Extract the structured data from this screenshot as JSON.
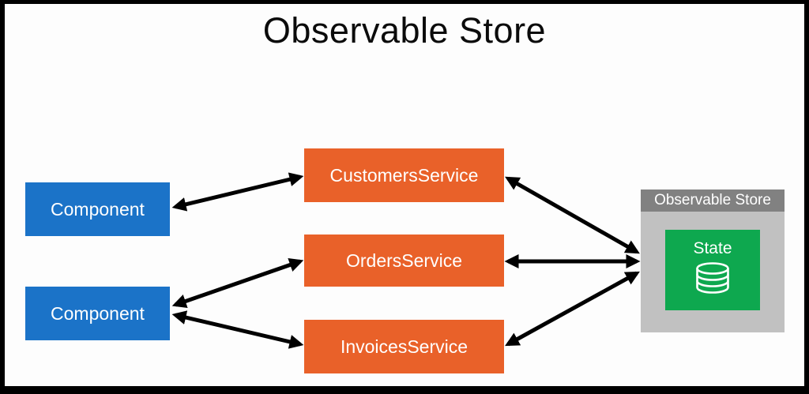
{
  "title": "Observable Store",
  "colors": {
    "component_blue": "#1B73C8",
    "service_orange": "#E96129",
    "store_body_gray": "#C1C1C1",
    "store_header_gray": "#818181",
    "state_green": "#0EA84F",
    "arrow_black": "#000000",
    "frame_border_black": "#000000",
    "background_white": "#FDFDFD",
    "text_white": "#FFFFFF",
    "title_black": "#0B0B0B"
  },
  "nodes": {
    "component_top": {
      "label": "Component",
      "color": "#1B73C8"
    },
    "component_bottom": {
      "label": "Component",
      "color": "#1B73C8"
    },
    "customers_service": {
      "label": "CustomersService",
      "color": "#E96129"
    },
    "orders_service": {
      "label": "OrdersService",
      "color": "#E96129"
    },
    "invoices_service": {
      "label": "InvoicesService",
      "color": "#E96129"
    },
    "observable_store": {
      "header": "Observable Store",
      "body_color": "#C1C1C1",
      "header_color": "#818181",
      "state": {
        "label": "State",
        "color": "#0EA84F",
        "icon": "database-icon"
      }
    }
  },
  "edges": [
    {
      "from": "component_top",
      "to": "customers_service",
      "style": "double-headed-arrow"
    },
    {
      "from": "component_bottom",
      "to": "orders_service",
      "style": "double-headed-arrow"
    },
    {
      "from": "component_bottom",
      "to": "invoices_service",
      "style": "double-headed-arrow"
    },
    {
      "from": "customers_service",
      "to": "observable_store",
      "style": "double-headed-arrow"
    },
    {
      "from": "orders_service",
      "to": "observable_store",
      "style": "double-headed-arrow"
    },
    {
      "from": "invoices_service",
      "to": "observable_store",
      "style": "double-headed-arrow"
    }
  ]
}
